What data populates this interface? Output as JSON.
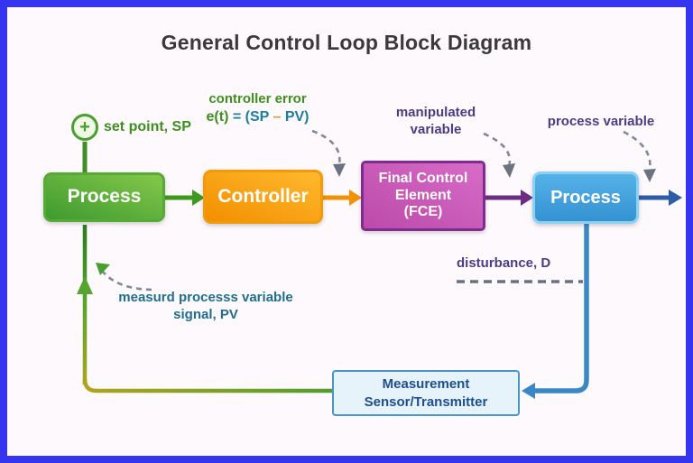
{
  "frame": {
    "border_color": "#3535ef",
    "background": "#fdf9fd"
  },
  "title": {
    "text": "General Control Loop Block Diagram",
    "color": "#3a3a3e"
  },
  "junction": {
    "symbol": "+",
    "label": "set point, SP"
  },
  "labels": {
    "controller_error": {
      "line1": "controller error",
      "eq_e": "e(t)",
      "eq_equals": " = ",
      "eq_sp": "(SP ",
      "eq_minus": "– ",
      "eq_pv": "PV)"
    },
    "manipulated": {
      "line1": "manipulated",
      "line2": "variable"
    },
    "process_variable": "process variable",
    "disturbance": "disturbance, D",
    "measured": {
      "line1": "measurd processs variable",
      "line2": "signal, PV"
    }
  },
  "blocks": {
    "process_left": {
      "label": "Process",
      "fill": "#4fa437",
      "border": "#57aa33"
    },
    "controller": {
      "label": "Controller",
      "fill": "#f89c12",
      "border": "#f09a0c"
    },
    "fce": {
      "line1": "Final Control",
      "line2": "Element",
      "line3": "(FCE)",
      "fill": "#c757b5",
      "border": "#7c2d8e"
    },
    "process_right": {
      "label": "Process",
      "fill": "#42a0dc",
      "border": "#8ed0f2"
    },
    "measurement": {
      "line1": "Measurement",
      "line2": "Sensor/Transmitter",
      "fill": "#e7f3fb",
      "border": "#4d94c6",
      "text_color": "#1d4e8f"
    }
  },
  "wires": {
    "setpoint_drop": "#3e8f24",
    "process_to_controller": "#3e9a1d",
    "controller_to_fce": "#f39104",
    "fce_to_process": "#6d2d85",
    "process_out": "#2d5ca8",
    "blue_feedback": "#3a87c8",
    "feedback_green": "#4f9e2d",
    "feedback_olive": "#b0a51a",
    "dashed_gray": "#81889b",
    "disturbance_dash": "#6b6f85",
    "measured_arrowhead": "#4a9e2f"
  }
}
